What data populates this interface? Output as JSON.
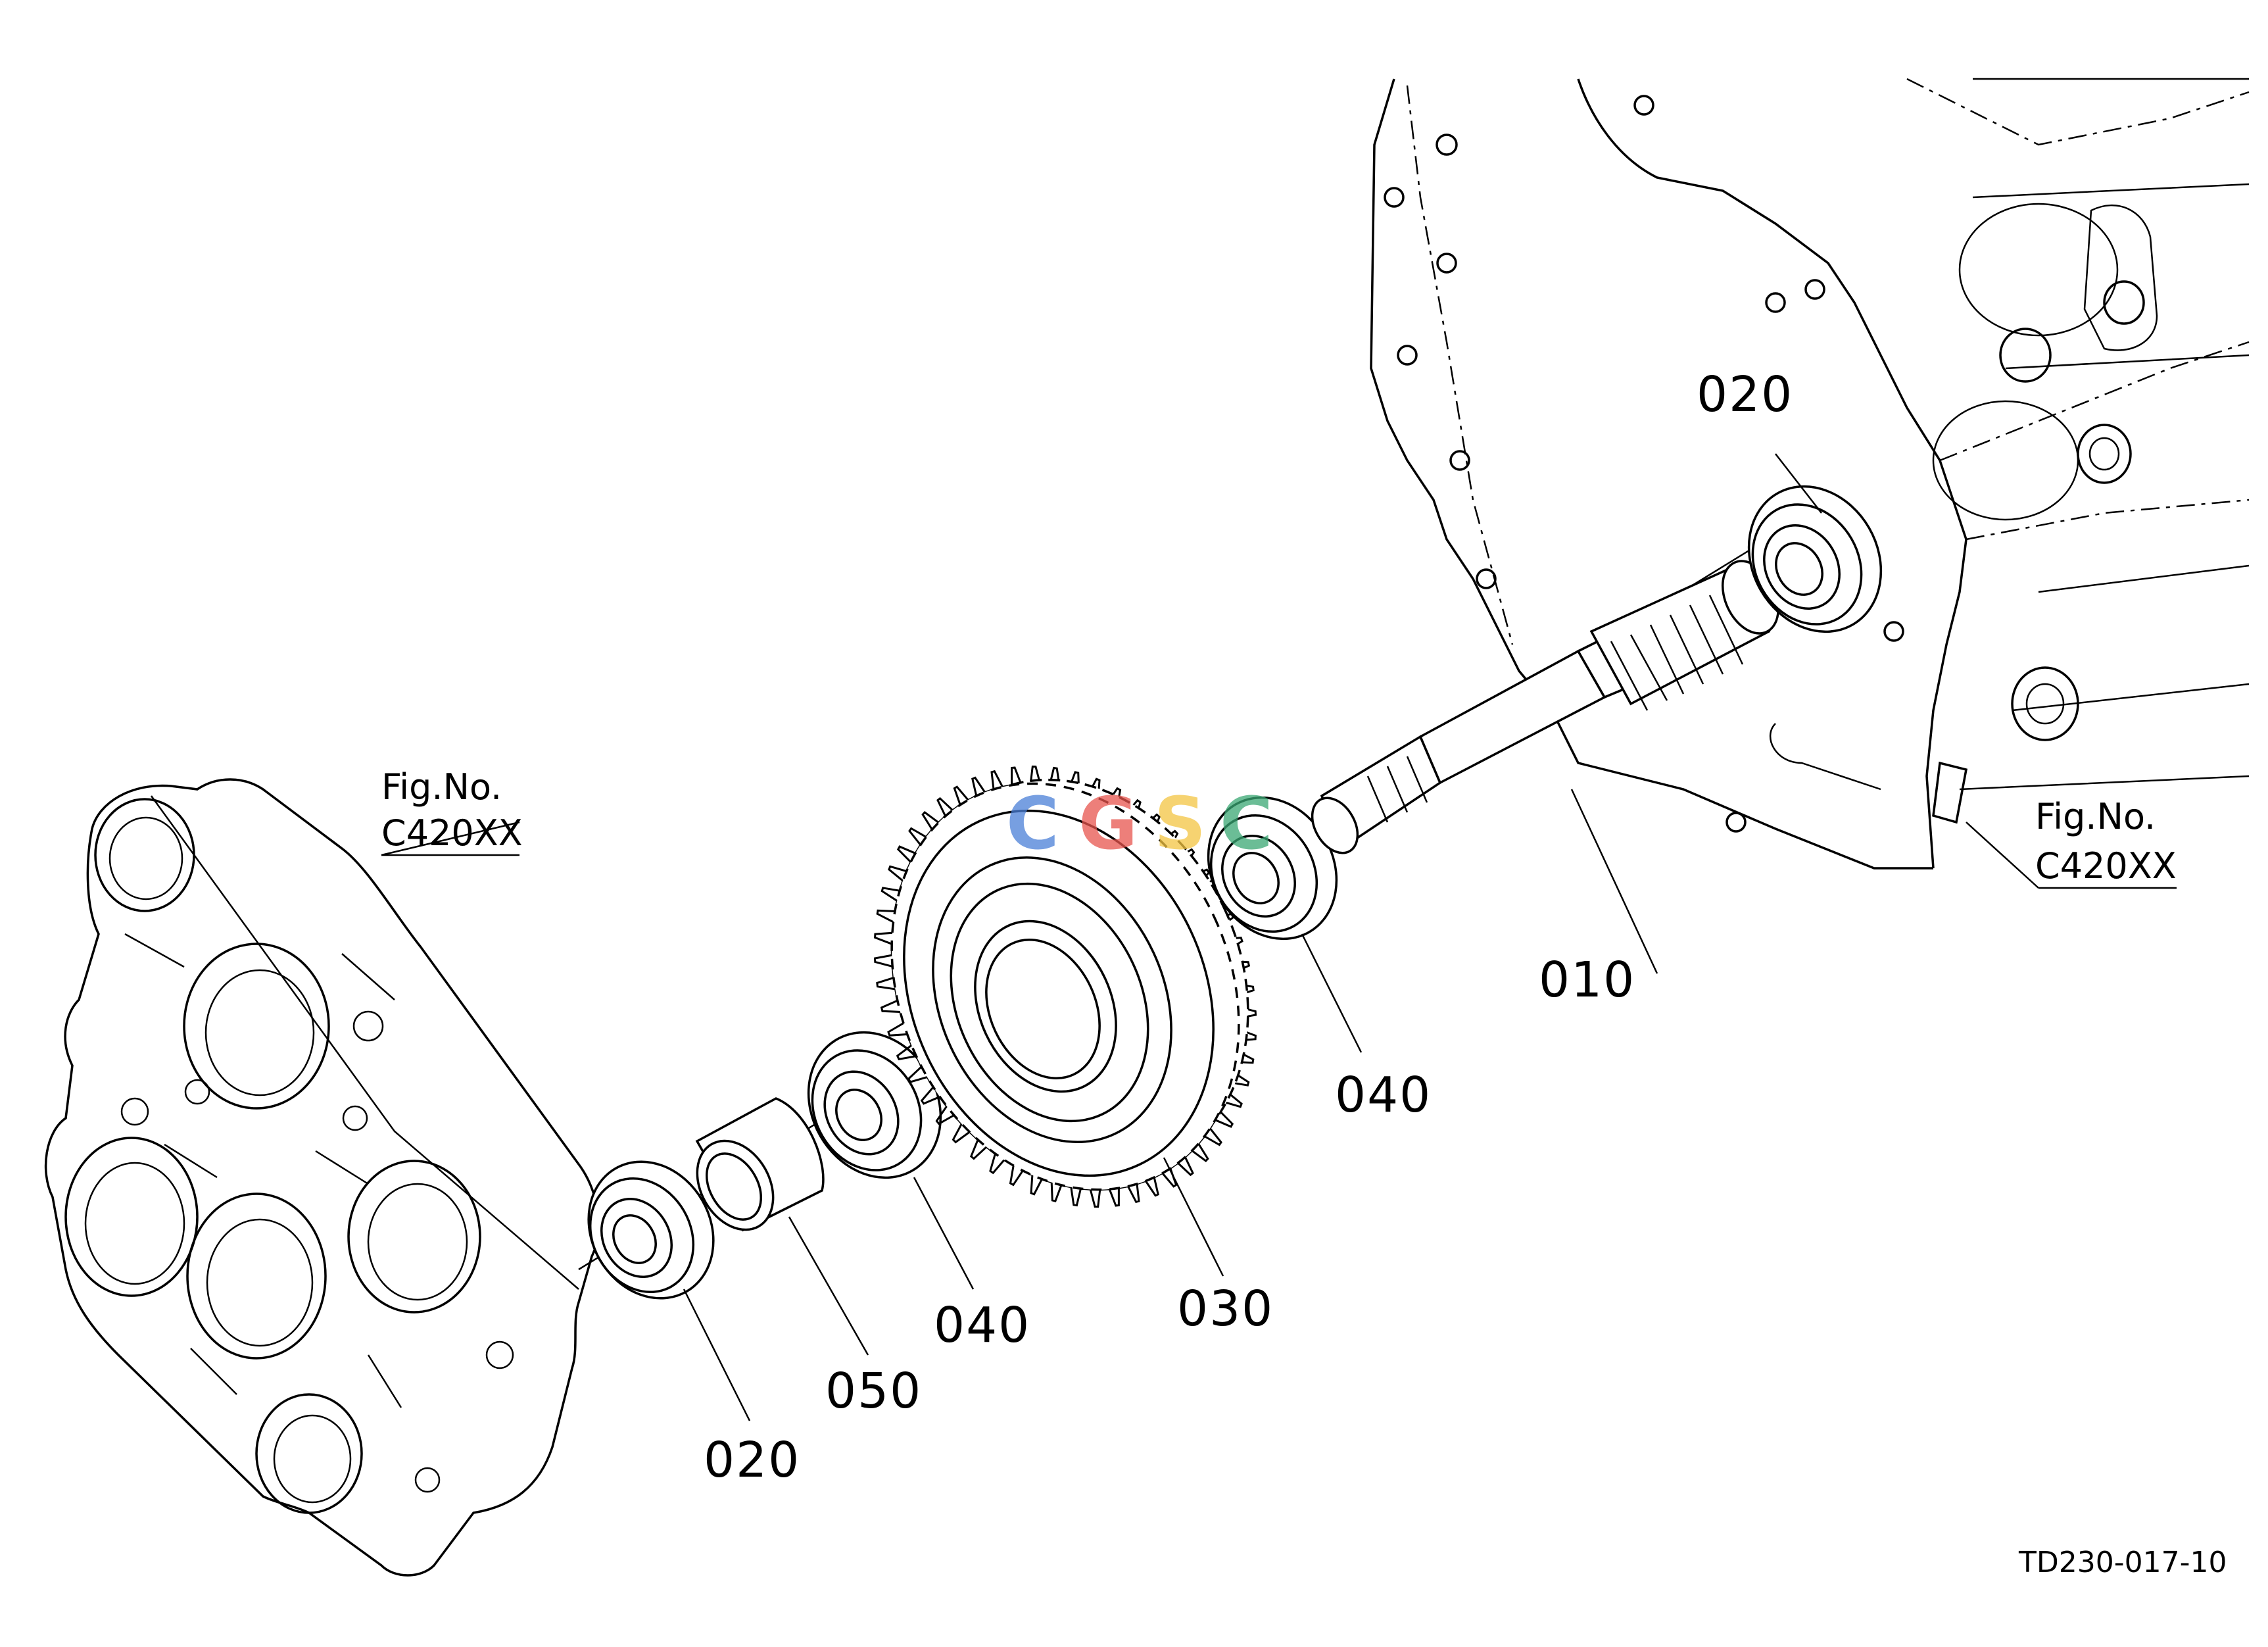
{
  "drawing": {
    "code": "TD230-017-10",
    "watermark": "CGSC",
    "watermark_colors": [
      "#4a7fd8",
      "#e8554e",
      "#f4c542",
      "#3aa874"
    ]
  },
  "callouts": [
    {
      "id": "shaft",
      "text": "010"
    },
    {
      "id": "bearing-upper",
      "text": "020"
    },
    {
      "id": "bearing-lower",
      "text": "020"
    },
    {
      "id": "gear",
      "text": "030"
    },
    {
      "id": "bearing2-upper",
      "text": "040"
    },
    {
      "id": "bearing2-lower",
      "text": "040"
    },
    {
      "id": "collar",
      "text": "050"
    }
  ],
  "fig_refs": [
    {
      "label": "Fig.No.",
      "ref": "C420XX"
    },
    {
      "label": "Fig.No.",
      "ref": "C420XX"
    }
  ]
}
